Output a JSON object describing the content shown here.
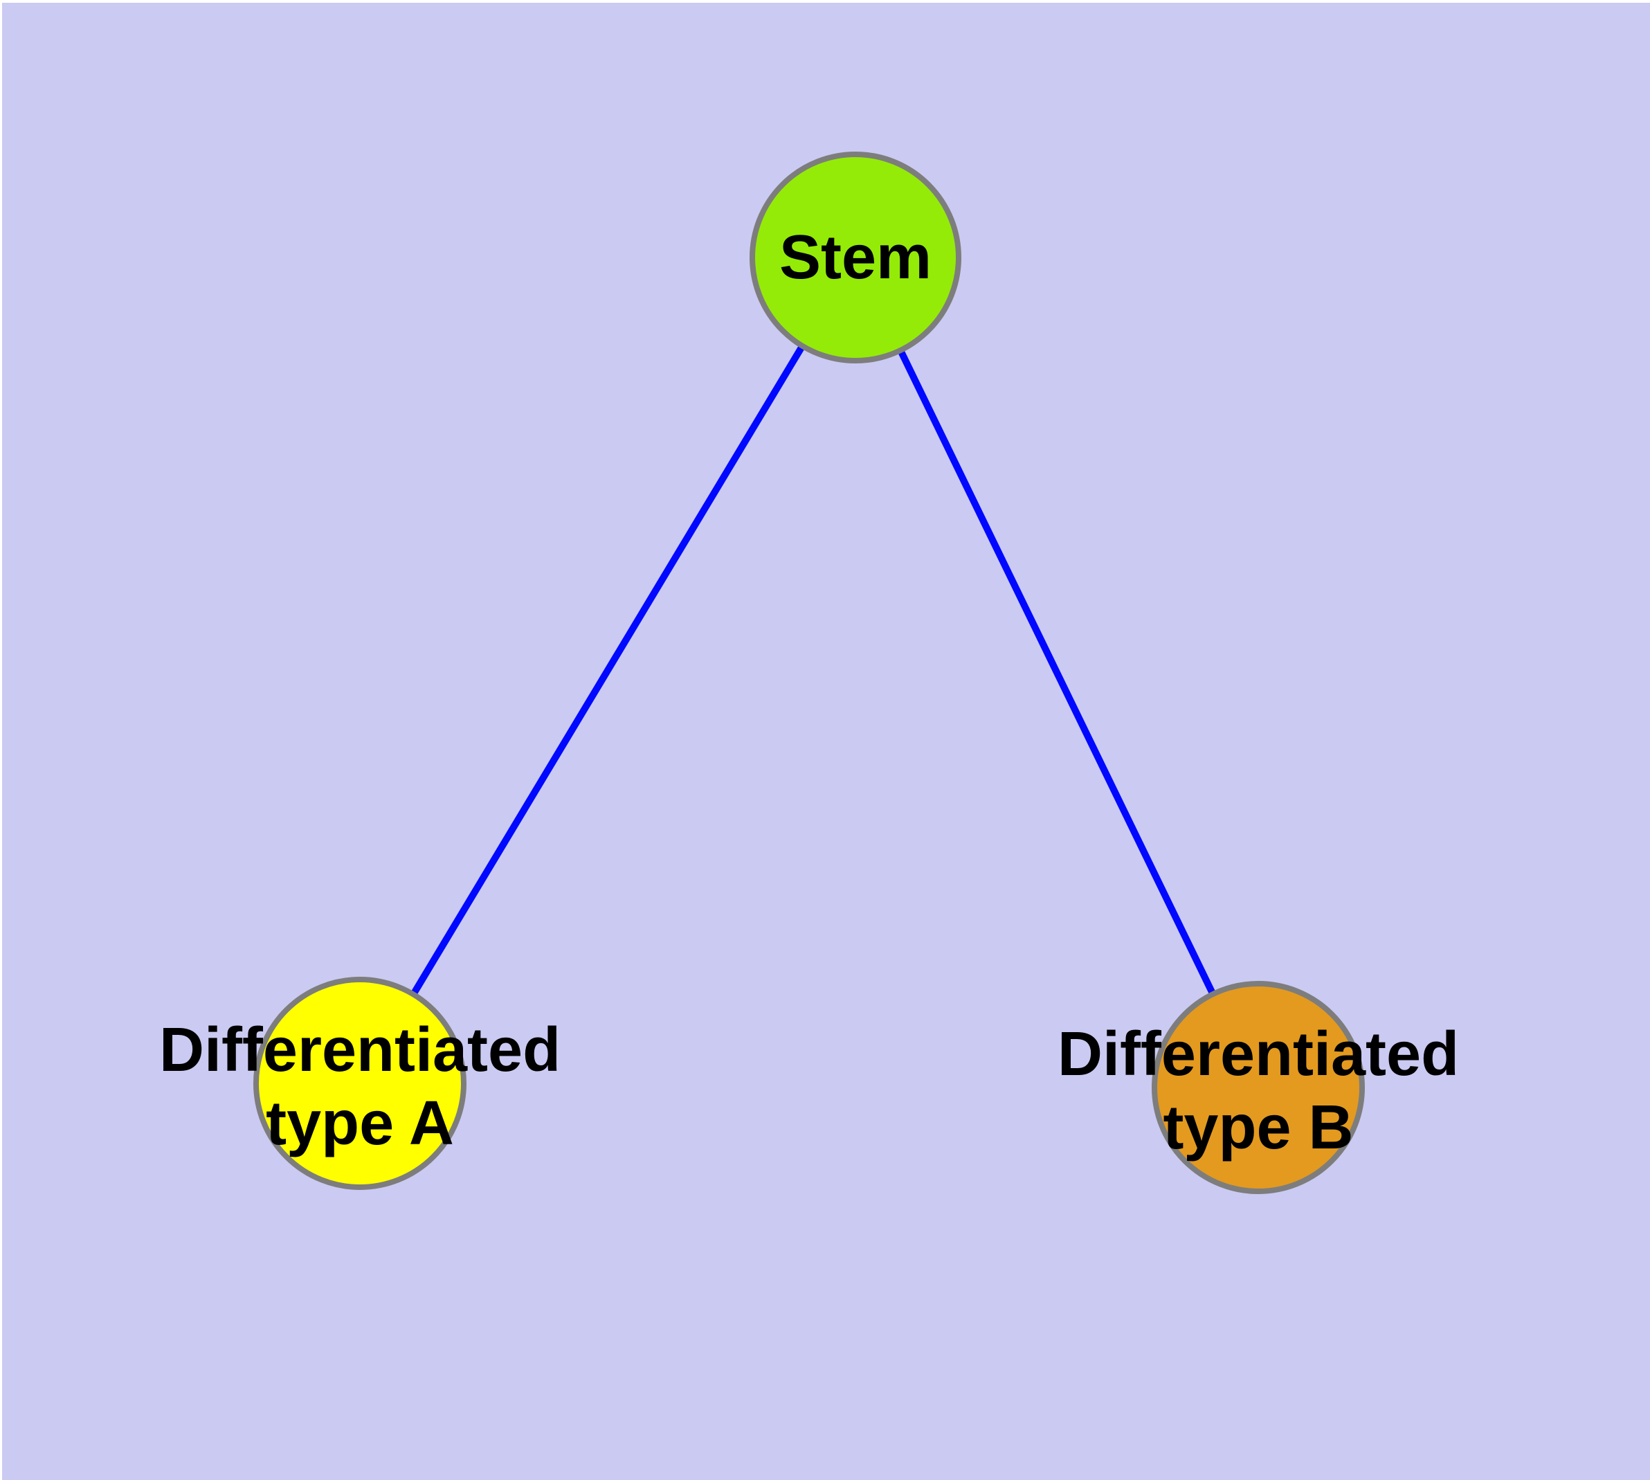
{
  "figure": {
    "background_color": "#CACAF2",
    "margin_color": "#FFFFFF"
  },
  "graph": {
    "edge_color": "#0008FF",
    "node_border_color": "#7D7D7D",
    "label_color": "#000000",
    "nodes": [
      {
        "id": "stem",
        "label": "Stem",
        "fill": "#94EB08"
      },
      {
        "id": "differentiated-type-a",
        "label": "Differentiated\ntype A",
        "fill": "#FFFF00"
      },
      {
        "id": "differentiated-type-b",
        "label": "Differentiated\ntype B",
        "fill": "#E39A1F"
      }
    ],
    "edges": [
      {
        "from": "Stem",
        "to": "Differentiated type A"
      },
      {
        "from": "Stem",
        "to": "Differentiated type B"
      }
    ]
  }
}
